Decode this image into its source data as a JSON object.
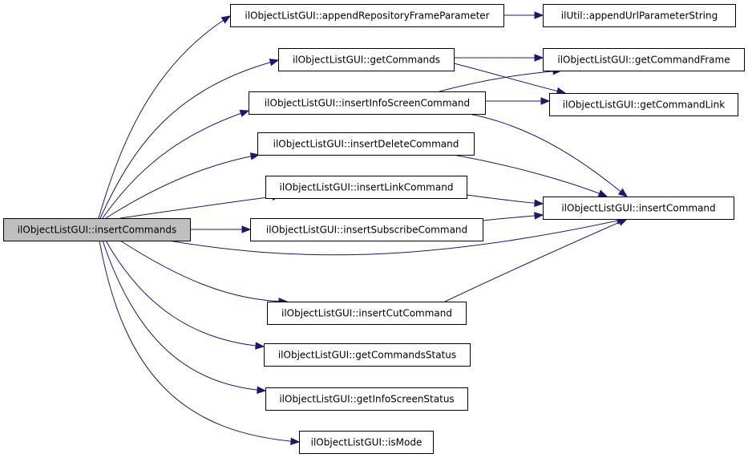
{
  "diagram": {
    "edge_color": "#191970",
    "root_fill": "#bfbfbf",
    "nodes": [
      {
        "id": "root",
        "label": "ilObjectListGUI::insertCommands"
      },
      {
        "id": "appendRepo",
        "label": "ilObjectListGUI::appendRepositoryFrameParameter"
      },
      {
        "id": "appendUrl",
        "label": "ilUtil::appendUrlParameterString"
      },
      {
        "id": "getCommands",
        "label": "ilObjectListGUI::getCommands"
      },
      {
        "id": "getCommandFrame",
        "label": "ilObjectListGUI::getCommandFrame"
      },
      {
        "id": "insertInfo",
        "label": "ilObjectListGUI::insertInfoScreenCommand"
      },
      {
        "id": "getCommandLink",
        "label": "ilObjectListGUI::getCommandLink"
      },
      {
        "id": "insertDelete",
        "label": "ilObjectListGUI::insertDeleteCommand"
      },
      {
        "id": "insertLink",
        "label": "ilObjectListGUI::insertLinkCommand"
      },
      {
        "id": "insertCommand",
        "label": "ilObjectListGUI::insertCommand"
      },
      {
        "id": "insertSubscribe",
        "label": "ilObjectListGUI::insertSubscribeCommand"
      },
      {
        "id": "insertCut",
        "label": "ilObjectListGUI::insertCutCommand"
      },
      {
        "id": "getCommandsStatus",
        "label": "ilObjectListGUI::getCommandsStatus"
      },
      {
        "id": "getInfoScreenStatus",
        "label": "ilObjectListGUI::getInfoScreenStatus"
      },
      {
        "id": "isMode",
        "label": "ilObjectListGUI::isMode"
      }
    ],
    "edges": [
      {
        "from": "root",
        "to": "appendRepo"
      },
      {
        "from": "root",
        "to": "getCommands"
      },
      {
        "from": "root",
        "to": "insertInfo"
      },
      {
        "from": "root",
        "to": "insertDelete"
      },
      {
        "from": "root",
        "to": "insertLink"
      },
      {
        "from": "root",
        "to": "insertSubscribe"
      },
      {
        "from": "root",
        "to": "insertCommand"
      },
      {
        "from": "root",
        "to": "insertCut"
      },
      {
        "from": "root",
        "to": "getCommandsStatus"
      },
      {
        "from": "root",
        "to": "getInfoScreenStatus"
      },
      {
        "from": "root",
        "to": "isMode"
      },
      {
        "from": "appendRepo",
        "to": "appendUrl"
      },
      {
        "from": "getCommands",
        "to": "getCommandFrame"
      },
      {
        "from": "getCommands",
        "to": "getCommandLink"
      },
      {
        "from": "insertInfo",
        "to": "getCommandFrame"
      },
      {
        "from": "insertInfo",
        "to": "getCommandLink"
      },
      {
        "from": "insertInfo",
        "to": "insertCommand"
      },
      {
        "from": "insertDelete",
        "to": "insertCommand"
      },
      {
        "from": "insertLink",
        "to": "insertCommand"
      },
      {
        "from": "insertSubscribe",
        "to": "insertCommand"
      },
      {
        "from": "insertCut",
        "to": "insertCommand"
      }
    ]
  }
}
